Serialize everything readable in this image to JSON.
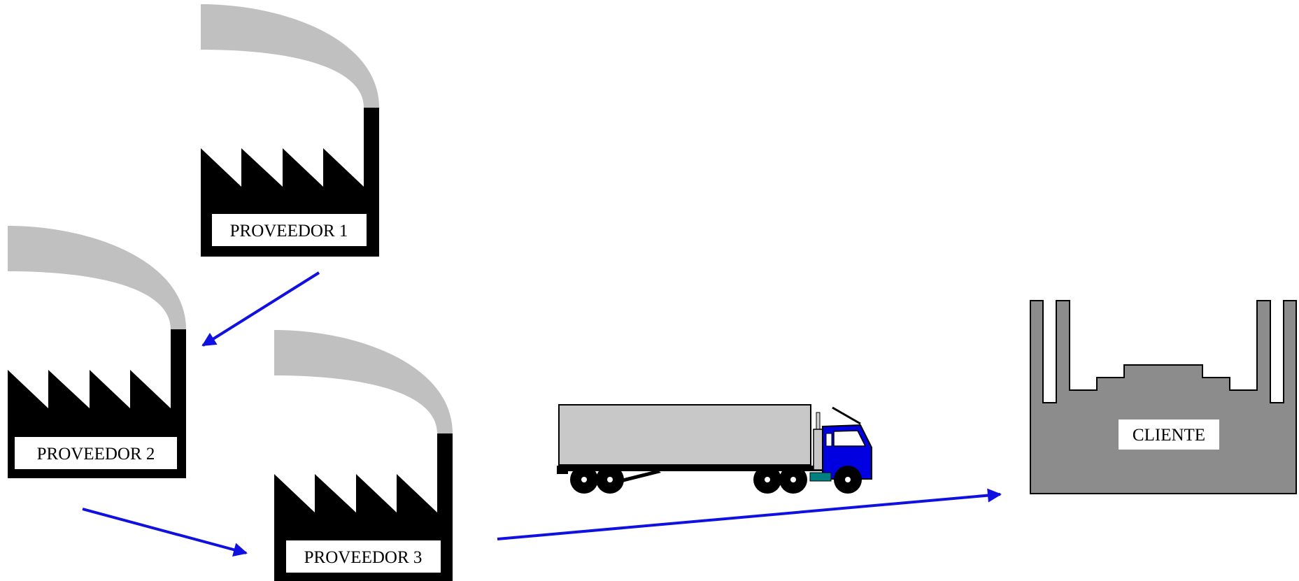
{
  "colors": {
    "background": "#ffffff",
    "factory": "#000000",
    "smoke": "#c0c0c0",
    "arrow": "#1010e0",
    "client_building": "#8c8c8c",
    "truck_cab": "#0000e0",
    "trailer": "#c8c8c8"
  },
  "diagram": {
    "suppliers": [
      {
        "id": "p1",
        "label": "PROVEEDOR 1",
        "icon": "factory-icon"
      },
      {
        "id": "p2",
        "label": "PROVEEDOR 2",
        "icon": "factory-icon"
      },
      {
        "id": "p3",
        "label": "PROVEEDOR 3",
        "icon": "factory-icon"
      }
    ],
    "client": {
      "label": "CLIENTE",
      "icon": "client-building-icon"
    },
    "vehicle": {
      "icon": "truck-icon"
    },
    "flows": [
      {
        "from": "PROVEEDOR 1",
        "to": "PROVEEDOR 2"
      },
      {
        "from": "PROVEEDOR 2",
        "to": "PROVEEDOR 3"
      },
      {
        "from": "PROVEEDOR 3",
        "to": "CLIENTE"
      }
    ]
  }
}
